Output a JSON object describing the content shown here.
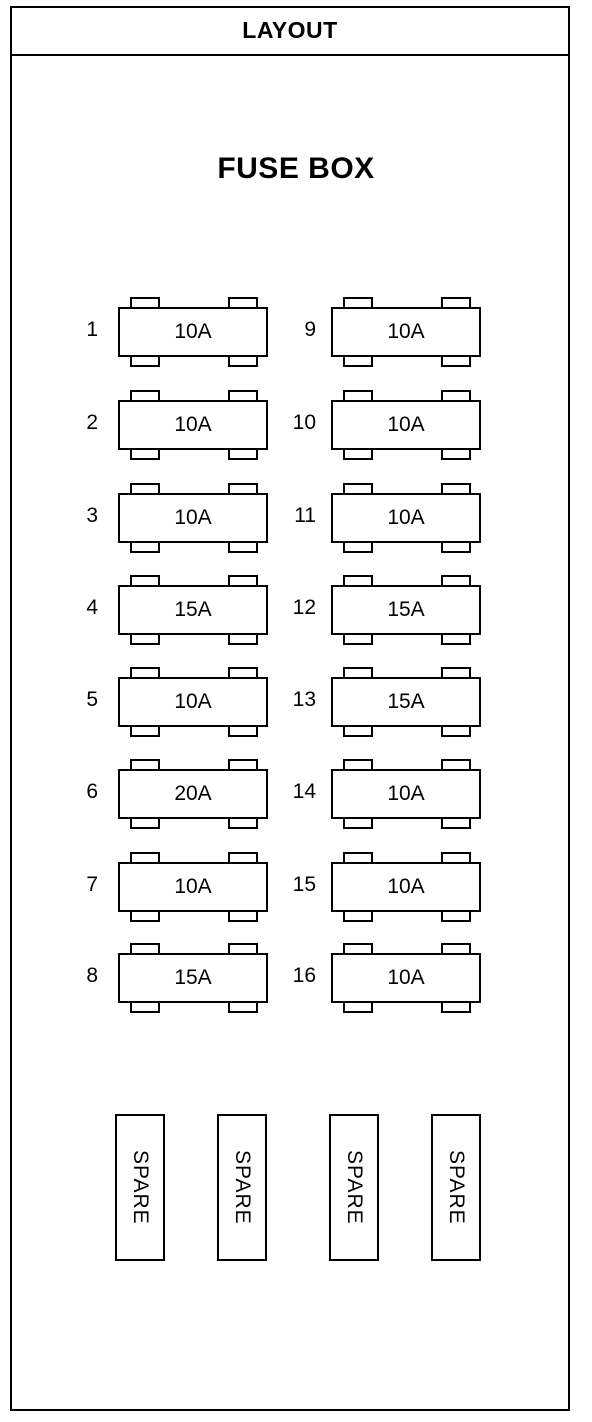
{
  "header": {
    "title": "LAYOUT"
  },
  "diagram": {
    "title": "FUSE BOX"
  },
  "fuses": [
    {
      "number": "1",
      "rating": "10A"
    },
    {
      "number": "2",
      "rating": "10A"
    },
    {
      "number": "3",
      "rating": "10A"
    },
    {
      "number": "4",
      "rating": "15A"
    },
    {
      "number": "5",
      "rating": "10A"
    },
    {
      "number": "6",
      "rating": "20A"
    },
    {
      "number": "7",
      "rating": "10A"
    },
    {
      "number": "8",
      "rating": "15A"
    },
    {
      "number": "9",
      "rating": "10A"
    },
    {
      "number": "10",
      "rating": "10A"
    },
    {
      "number": "11",
      "rating": "10A"
    },
    {
      "number": "12",
      "rating": "15A"
    },
    {
      "number": "13",
      "rating": "15A"
    },
    {
      "number": "14",
      "rating": "10A"
    },
    {
      "number": "15",
      "rating": "10A"
    },
    {
      "number": "16",
      "rating": "10A"
    }
  ],
  "spares": [
    {
      "label": "SPARE"
    },
    {
      "label": "SPARE"
    },
    {
      "label": "SPARE"
    },
    {
      "label": "SPARE"
    }
  ]
}
